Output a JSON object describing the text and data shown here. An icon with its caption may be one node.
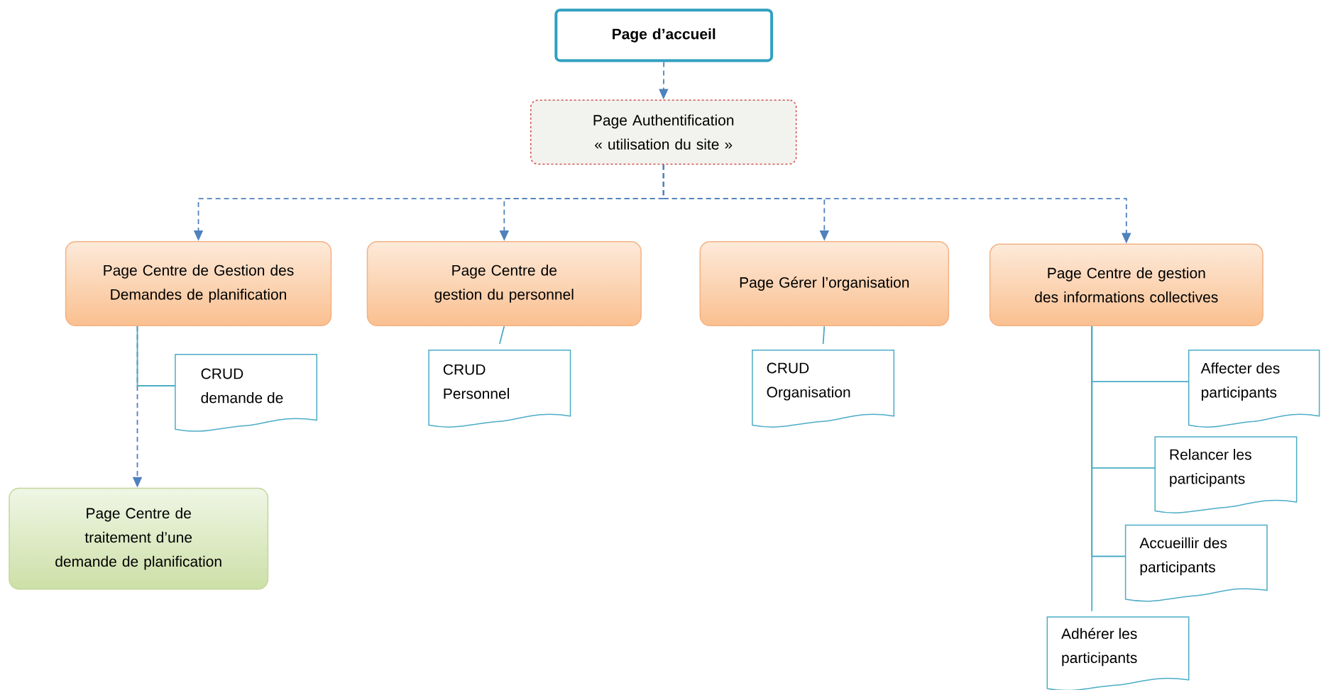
{
  "diagram": {
    "nodes": [
      {
        "text": [
          "Page d’accueil"
        ]
      },
      {
        "text": [
          "Page Authentification « utilisation du site »"
        ]
      },
      {
        "text": [
          "Page Centre de Gestion des Demandes de planification"
        ]
      },
      {
        "text": [
          "Page Centre de gestion du personnel"
        ]
      },
      {
        "text": [
          "Page Gérer  l’organisation"
        ]
      },
      {
        "text": [
          "Page Centre de gestion des informations collectives"
        ]
      },
      {
        "text": [
          "CRUD demande de"
        ]
      },
      {
        "text": [
          "Page Centre de traitement d’une demande de planification"
        ]
      },
      {
        "text": [
          "CRUD Personnel"
        ]
      },
      {
        "text": [
          "CRUD Organisation"
        ]
      },
      {
        "text": [
          "Affecter des participants"
        ]
      },
      {
        "text": [
          "Relancer les participants"
        ]
      },
      {
        "text": [
          "Accueillir des participants"
        ]
      },
      {
        "text": [
          "Adhérer les participants"
        ]
      }
    ],
    "edges": [
      {
        "from": 0,
        "to": 1,
        "arrow": "to",
        "style": "dashed",
        "color": "#4f81bd"
      },
      {
        "from": 1,
        "to": 2,
        "arrow": "to",
        "style": "dashed",
        "color": "#4f81bd"
      },
      {
        "from": 1,
        "to": 3,
        "arrow": "to",
        "style": "dashed",
        "color": "#4f81bd"
      },
      {
        "from": 1,
        "to": 4,
        "arrow": "to",
        "style": "dashed",
        "color": "#4f81bd"
      },
      {
        "from": 1,
        "to": 5,
        "arrow": "to",
        "style": "dashed",
        "color": "#4f81bd"
      },
      {
        "from": 2,
        "to": 7,
        "arrow": "to",
        "style": "dashed",
        "color": "#4f81bd"
      },
      {
        "from": 2,
        "to": 6,
        "arrow": "none"
      },
      {
        "from": 3,
        "to": 8,
        "arrow": "none"
      },
      {
        "from": 4,
        "to": 9,
        "arrow": "none"
      },
      {
        "from": 5,
        "to": 10,
        "arrow": "none"
      },
      {
        "from": 5,
        "to": 11,
        "arrow": "none"
      },
      {
        "from": 5,
        "to": 12,
        "arrow": "none"
      },
      {
        "from": 5,
        "to": 13,
        "arrow": "none"
      }
    ]
  }
}
